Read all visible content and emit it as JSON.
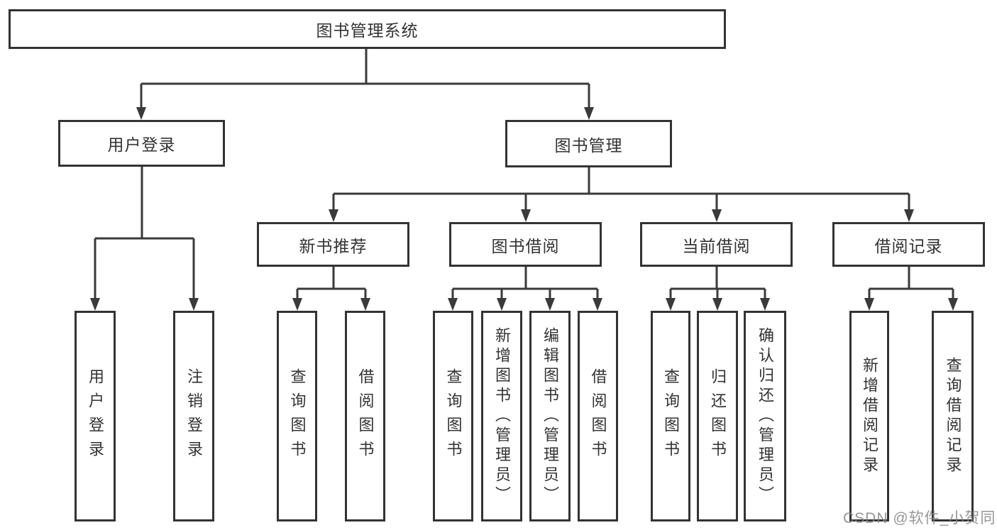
{
  "tree": {
    "label": "图书管理系统",
    "children": [
      {
        "label": "用户登录",
        "children": [
          {
            "label": "用户登录"
          },
          {
            "label": "注销登录"
          }
        ]
      },
      {
        "label": "图书管理",
        "children": [
          {
            "label": "新书推荐",
            "children": [
              {
                "label": "查询图书"
              },
              {
                "label": "借阅图书"
              }
            ]
          },
          {
            "label": "图书借阅",
            "children": [
              {
                "label": "查询图书"
              },
              {
                "label": "新增图书（管理员）"
              },
              {
                "label": "编辑图书（管理员）"
              },
              {
                "label": "借阅图书"
              }
            ]
          },
          {
            "label": "当前借阅",
            "children": [
              {
                "label": "查询图书"
              },
              {
                "label": "归还图书"
              },
              {
                "label": "确认归还（管理员）"
              }
            ]
          },
          {
            "label": "借阅记录",
            "children": [
              {
                "label": "新增借阅记录"
              },
              {
                "label": "查询借阅记录"
              }
            ]
          }
        ]
      }
    ]
  },
  "watermark": {
    "text": "CSDN @软件_小贺同学"
  },
  "colors": {
    "line": "#3a3a3a",
    "border": "#333333",
    "text": "#333333",
    "watermark": "#878787"
  }
}
